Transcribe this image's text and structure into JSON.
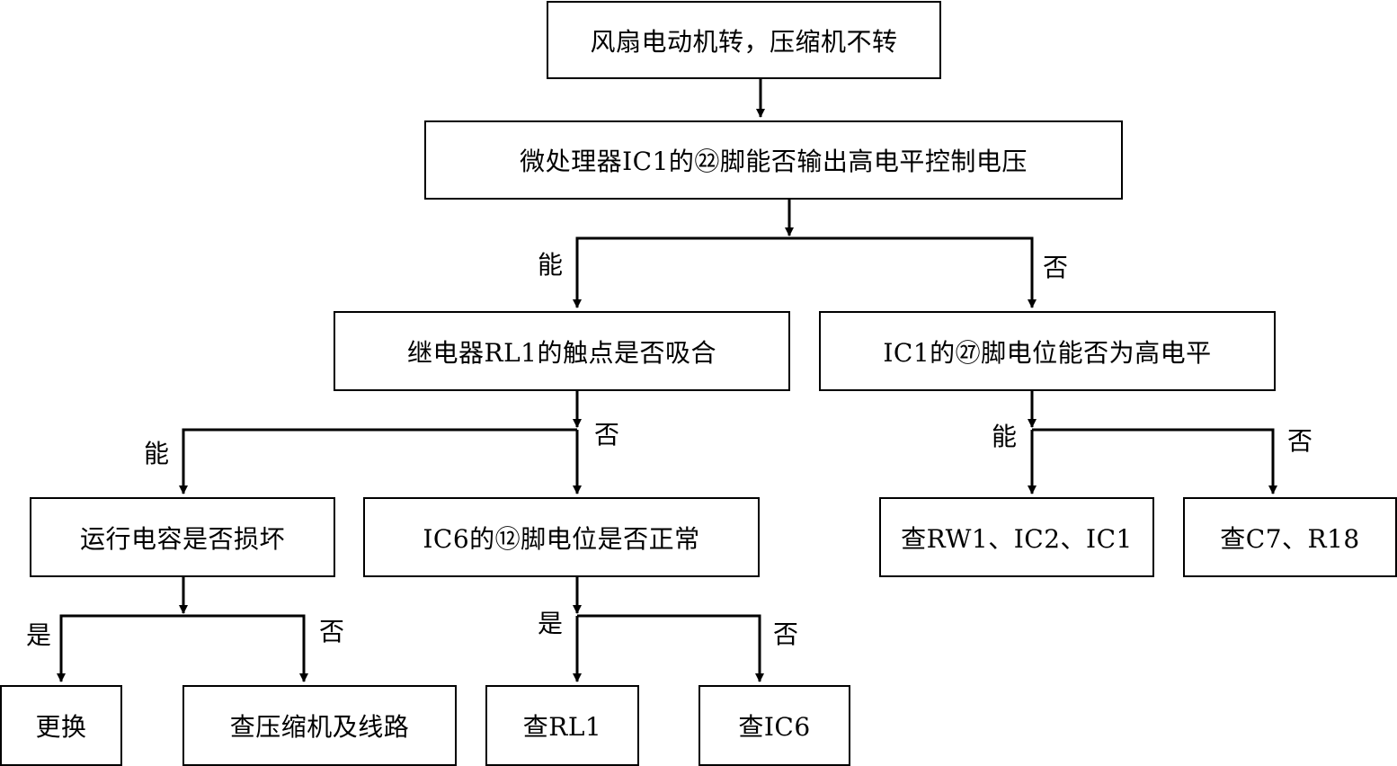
{
  "nodes": {
    "root": "风扇电动机转，压缩机不转",
    "ic1_pin22": "微处理器IC1的㉒脚能否输出高电平控制电压",
    "relay_contact": "继电器RL1的触点是否吸合",
    "ic1_pin27": "IC1的㉗脚电位能否为高电平",
    "capacitor": "运行电容是否损坏",
    "ic6_pin12": "IC6的⑫脚电位是否正常",
    "check_rw1": "查RW1、IC2、IC1",
    "check_c7": "查C7、R18",
    "replace": "更换",
    "check_compressor": "查压缩机及线路",
    "check_rl1": "查RL1",
    "check_ic6": "查IC6"
  },
  "labels": {
    "l1_yes": "能",
    "l1_no": "否",
    "l2_relay_yes": "能",
    "l2_relay_no": "否",
    "l2_ic1_yes": "能",
    "l2_ic1_no": "否",
    "l3_cap_yes": "是",
    "l3_cap_no": "否",
    "l3_ic6_yes": "是",
    "l3_ic6_no": "否"
  }
}
